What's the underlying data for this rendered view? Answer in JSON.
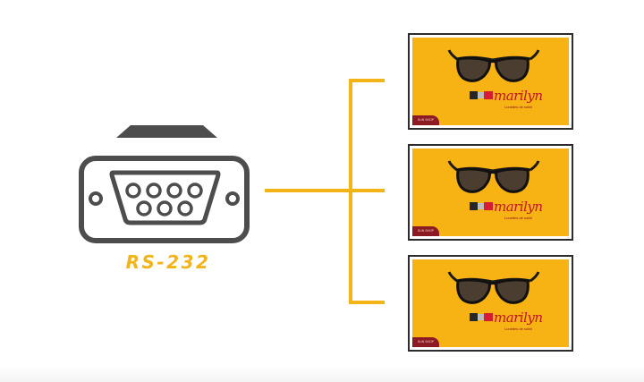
{
  "connector": {
    "label": "RS-232",
    "icon": "db9-serial-port-icon",
    "icon_color": "#4d4d4d",
    "accent_color": "#f2b417"
  },
  "wiring": {
    "line_color": "#f2b417",
    "endpoints": 3
  },
  "screens": [
    {
      "brand": "marilyn",
      "tagline": "Lunettes de soleil",
      "badge": "SUN SHOP"
    },
    {
      "brand": "marilyn",
      "tagline": "Lunettes de soleil",
      "badge": "SUN SHOP"
    },
    {
      "brand": "marilyn",
      "tagline": "Lunettes de soleil",
      "badge": "SUN SHOP"
    }
  ],
  "ad_colors": {
    "background": "#f7b214",
    "lipstick": "#c0142b",
    "sunglasses": "#1c1a18"
  }
}
